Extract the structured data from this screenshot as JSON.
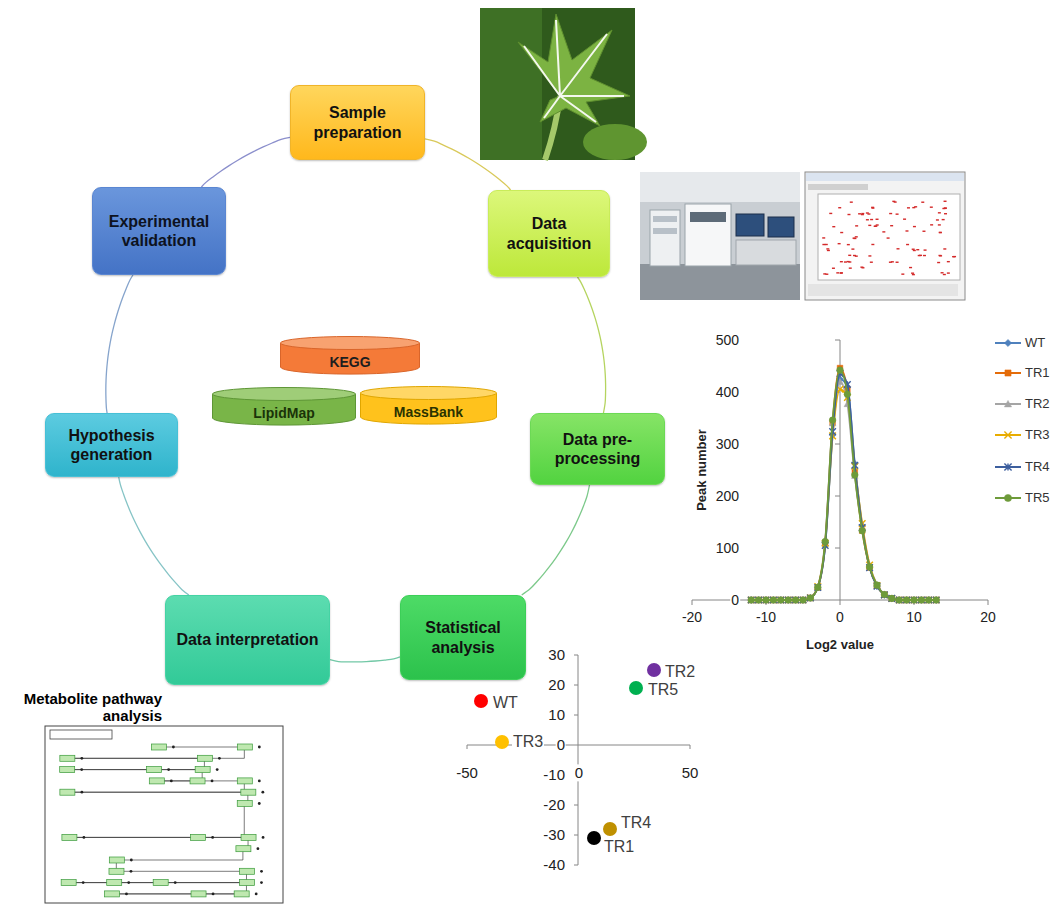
{
  "diagram": {
    "nodes": [
      {
        "text": [
          "Sample preparation"
        ]
      },
      {
        "text": [
          "Data acquisition"
        ]
      },
      {
        "text": [
          "Data pre-processing"
        ]
      },
      {
        "text": [
          "Statistical analysis"
        ]
      },
      {
        "text": [
          "Data interpretation"
        ]
      },
      {
        "text": [
          "Hypothesis generation"
        ]
      },
      {
        "text": [
          "Experimental validation"
        ]
      },
      {
        "text": [
          "KEGG"
        ]
      },
      {
        "text": [
          "LipidMap"
        ]
      },
      {
        "text": [
          "MassBank"
        ]
      }
    ],
    "edges": [
      {
        "from": 0,
        "to": 1,
        "arrow": "none"
      },
      {
        "from": 1,
        "to": 2,
        "arrow": "none"
      },
      {
        "from": 2,
        "to": 3,
        "arrow": "none"
      },
      {
        "from": 3,
        "to": 4,
        "arrow": "none"
      },
      {
        "from": 4,
        "to": 5,
        "arrow": "none"
      },
      {
        "from": 5,
        "to": 6,
        "arrow": "none"
      },
      {
        "from": 6,
        "to": 0,
        "arrow": "none"
      }
    ],
    "labels": [
      "Metabolite pathway analysis",
      "500",
      "400",
      "300",
      "200",
      "100",
      "0",
      "-20",
      "-10",
      "0",
      "10",
      "20",
      "Peak number",
      "Log2 value",
      "30",
      "20",
      "10",
      "0",
      "-10",
      "-20",
      "-30",
      "-40",
      "-50",
      "0",
      "50",
      "TR2",
      "TR5",
      "WT",
      "TR3",
      "TR4",
      "TR1"
    ],
    "legend": [
      {
        "text": "WT"
      },
      {
        "text": "TR1"
      },
      {
        "text": "TR2"
      },
      {
        "text": "TR3"
      },
      {
        "text": "TR4"
      },
      {
        "text": "TR5"
      }
    ]
  }
}
